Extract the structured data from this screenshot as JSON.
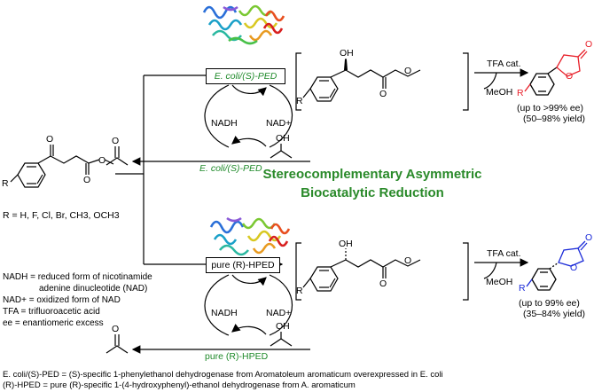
{
  "title_line1": "Stereocomplementary Asymmetric",
  "title_line2": "Biocatalytic Reduction",
  "substituents": "R = H, F, Cl, Br, CH3, OCH3",
  "top": {
    "enzyme_label": "E. coli/(S)-PED",
    "enzyme_label_bottom": "E. coli/(S)-PED",
    "cofactor_left": "NADH",
    "cofactor_right": "NAD+",
    "reagent": "TFA cat.",
    "byproduct": "MeOH",
    "ee": "(up to >99% ee)",
    "yield": "(50–98% yield)"
  },
  "bottom": {
    "enzyme_label": "pure (R)-HPED",
    "enzyme_label_bottom": "pure (R)-HPED",
    "cofactor_left": "NADH",
    "cofactor_right": "NAD+",
    "reagent": "TFA cat.",
    "byproduct": "MeOH",
    "ee": "(up to 99% ee)",
    "yield": "(35–84% yield)"
  },
  "legend": [
    "NADH = reduced form of nicotinamide",
    "adenine dinucleotide (NAD)",
    "NAD+ = oxidized form of NAD",
    "TFA = trifluoroacetic acid",
    "ee = enantiomeric excess"
  ],
  "footnote1": "E. coli/(S)-PED = (S)-specific 1-phenylethanol dehydrogenase from Aromatoleum aromaticum overexpressed in E. coli",
  "footnote2": "(R)-HPED = pure (R)-specific 1-(4-hydroxyphenyl)-ethanol dehydrogenase from A. aromaticum",
  "atom_labels": {
    "oh": "OH",
    "o": "O",
    "r": "R"
  },
  "colors": {
    "green": "#1f8a2a",
    "red": "#e8202a",
    "blue": "#1a2ad8",
    "title": "#2a8a2a"
  }
}
